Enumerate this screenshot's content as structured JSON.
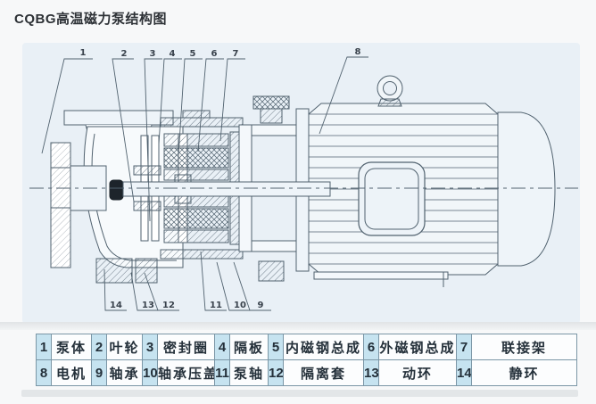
{
  "title": "CQBG高温磁力泵结构图",
  "diagram": {
    "top_callouts": [
      "1",
      "2",
      "3",
      "4",
      "5",
      "6",
      "7",
      "8"
    ],
    "bottom_callouts": [
      "14",
      "13",
      "12",
      "11",
      "10",
      "9"
    ]
  },
  "parts_table": {
    "rows": [
      [
        {
          "num": "1",
          "name": "泵体"
        },
        {
          "num": "2",
          "name": "叶轮"
        },
        {
          "num": "3",
          "name": "密封圈"
        },
        {
          "num": "4",
          "name": "隔板"
        },
        {
          "num": "5",
          "name": "内磁钢总成"
        },
        {
          "num": "6",
          "name": "外磁钢总成"
        },
        {
          "num": "7",
          "name": "联接架"
        }
      ],
      [
        {
          "num": "8",
          "name": "电机"
        },
        {
          "num": "9",
          "name": "轴承"
        },
        {
          "num": "10",
          "name": "轴承压盖"
        },
        {
          "num": "11",
          "name": "泵轴"
        },
        {
          "num": "12",
          "name": "隔离套"
        },
        {
          "num": "13",
          "name": "动环"
        },
        {
          "num": "14",
          "name": "静环"
        }
      ]
    ]
  },
  "colors": {
    "number_cell_bg": "#c6e3f0",
    "table_border": "#7b96a6",
    "line": "#51626f"
  }
}
